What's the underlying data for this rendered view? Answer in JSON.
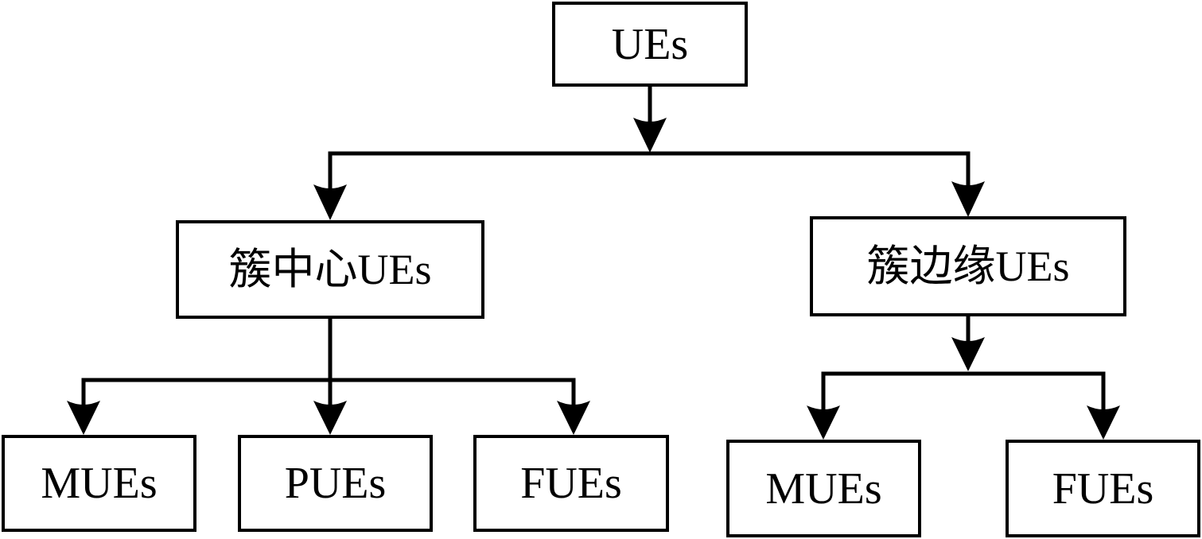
{
  "diagram": {
    "root": {
      "label": "UEs"
    },
    "level1": [
      {
        "label": "簇中心UEs"
      },
      {
        "label": "簇边缘UEs"
      }
    ],
    "level2_center": [
      {
        "label": "MUEs"
      },
      {
        "label": "PUEs"
      },
      {
        "label": "FUEs"
      }
    ],
    "level2_edge": [
      {
        "label": "MUEs"
      },
      {
        "label": "FUEs"
      }
    ],
    "colors": {
      "line": "#000000",
      "fill": "#ffffff"
    }
  }
}
